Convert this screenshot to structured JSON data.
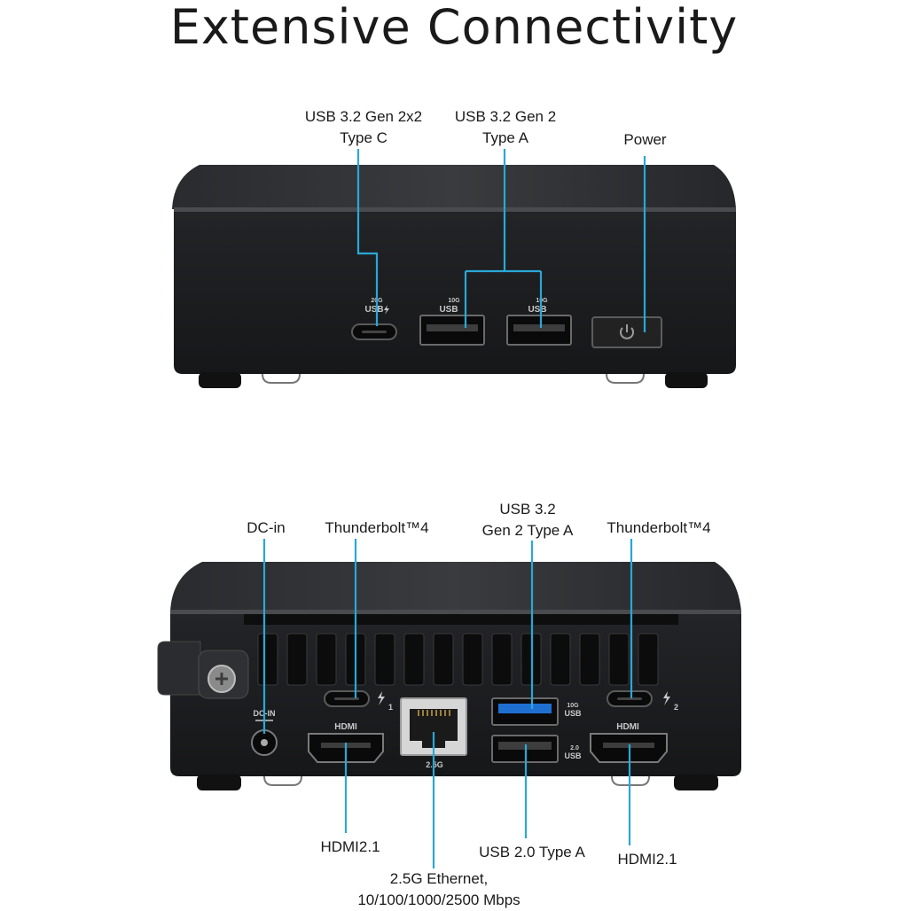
{
  "title": "Extensive Connectivity",
  "front": {
    "usbc_label_line1": "USB 3.2 Gen 2x2",
    "usbc_label_line2": "Type C",
    "usba_label_line1": "USB 3.2 Gen 2",
    "usba_label_line2": "Type A",
    "power_label": "Power",
    "usbc_port_text_1": "20G",
    "usbc_port_text_2": "USB",
    "usba1_port_text_1": "10G",
    "usba1_port_text_2": "USB",
    "usba2_port_text_1": "10G",
    "usba2_port_text_2": "USB"
  },
  "rear": {
    "dcin_label": "DC-in",
    "tb_left_label": "Thunderbolt™4",
    "usb32_label_line1": "USB 3.2",
    "usb32_label_line2": "Gen 2 Type A",
    "tb_right_label": "Thunderbolt™4",
    "hdmi_left_label": "HDMI2.1",
    "ethernet_label_line1": "2.5G Ethernet,",
    "ethernet_label_line2": "10/100/1000/2500 Mbps",
    "usb20_label": "USB 2.0 Type A",
    "hdmi_right_label": "HDMI2.1",
    "dcin_port_text": "DC-IN",
    "hdmi_port_text": "HDMI",
    "eth_port_text": "2.5G",
    "usb10g_port_text_1": "10G",
    "usb10g_port_text_2": "USB",
    "usb20_port_text_1": "2.0",
    "usb20_port_text_2": "USB",
    "tb1_num": "1",
    "tb2_num": "2"
  },
  "colors": {
    "callout": "#29a8d6",
    "device": "#1b1c1e",
    "usb3_blue": "#1f6fd1"
  }
}
